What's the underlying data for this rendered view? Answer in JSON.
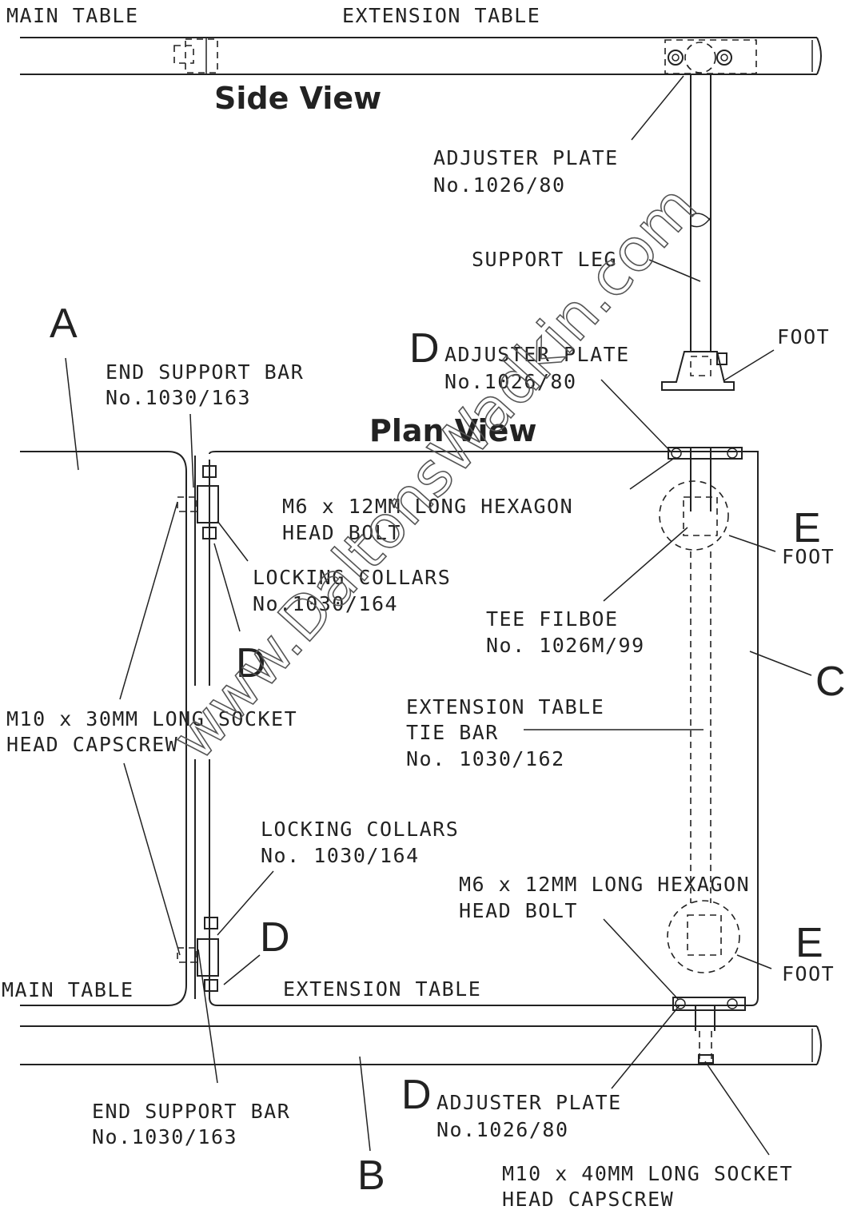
{
  "views": {
    "side_view": "Side View",
    "plan_view": "Plan View"
  },
  "side": {
    "main_table": "MAIN TABLE",
    "extension_table": "EXTENSION TABLE",
    "adjuster_plate_name": "ADJUSTER PLATE",
    "adjuster_plate_no": "No.1026/80",
    "support_leg": "SUPPORT LEG",
    "foot": "FOOT"
  },
  "plan": {
    "d_top_name": "ADJUSTER PLATE",
    "d_top_no": "No.1026/80",
    "end_support_top_name": "END SUPPORT BAR",
    "end_support_top_no": "No.1030/163",
    "bolt_top_1": "M6 x 12MM LONG HEXAGON",
    "bolt_top_2": "HEAD BOLT",
    "collars_top_name": "LOCKING COLLARS",
    "collars_top_no": "No.1030/164",
    "tee_name": "TEE FILBOE",
    "tee_no": "No. 1026M/99",
    "capscrew_left_1": "M10 x 30MM LONG SOCKET",
    "capscrew_left_2": "HEAD CAPSCREW",
    "tie_bar_1": "EXTENSION TABLE",
    "tie_bar_2": "TIE BAR",
    "tie_bar_no": "No. 1030/162",
    "collars_bottom_name": "LOCKING COLLARS",
    "collars_bottom_no": "No. 1030/164",
    "bolt_bottom_1": "M6 x 12MM LONG HEXAGON",
    "bolt_bottom_2": "HEAD BOLT",
    "foot_top": "FOOT",
    "foot_bottom": "FOOT",
    "main_table": "MAIN TABLE",
    "extension_table": "EXTENSION TABLE",
    "end_support_bottom_name": "END SUPPORT BAR",
    "end_support_bottom_no": "No.1030/163",
    "d_bottom_name": "ADJUSTER PLATE",
    "d_bottom_no": "No.1026/80",
    "capscrew_right_1": "M10 x 40MM LONG SOCKET",
    "capscrew_right_2": "HEAD CAPSCREW"
  },
  "callouts": {
    "a": "A",
    "b": "B",
    "c": "C",
    "d_top": "D",
    "d_mid": "D",
    "d_lower": "D",
    "d_bottom": "D",
    "e_top": "E",
    "e_bottom": "E"
  },
  "watermark": "www.DaltonsWadkin.com"
}
